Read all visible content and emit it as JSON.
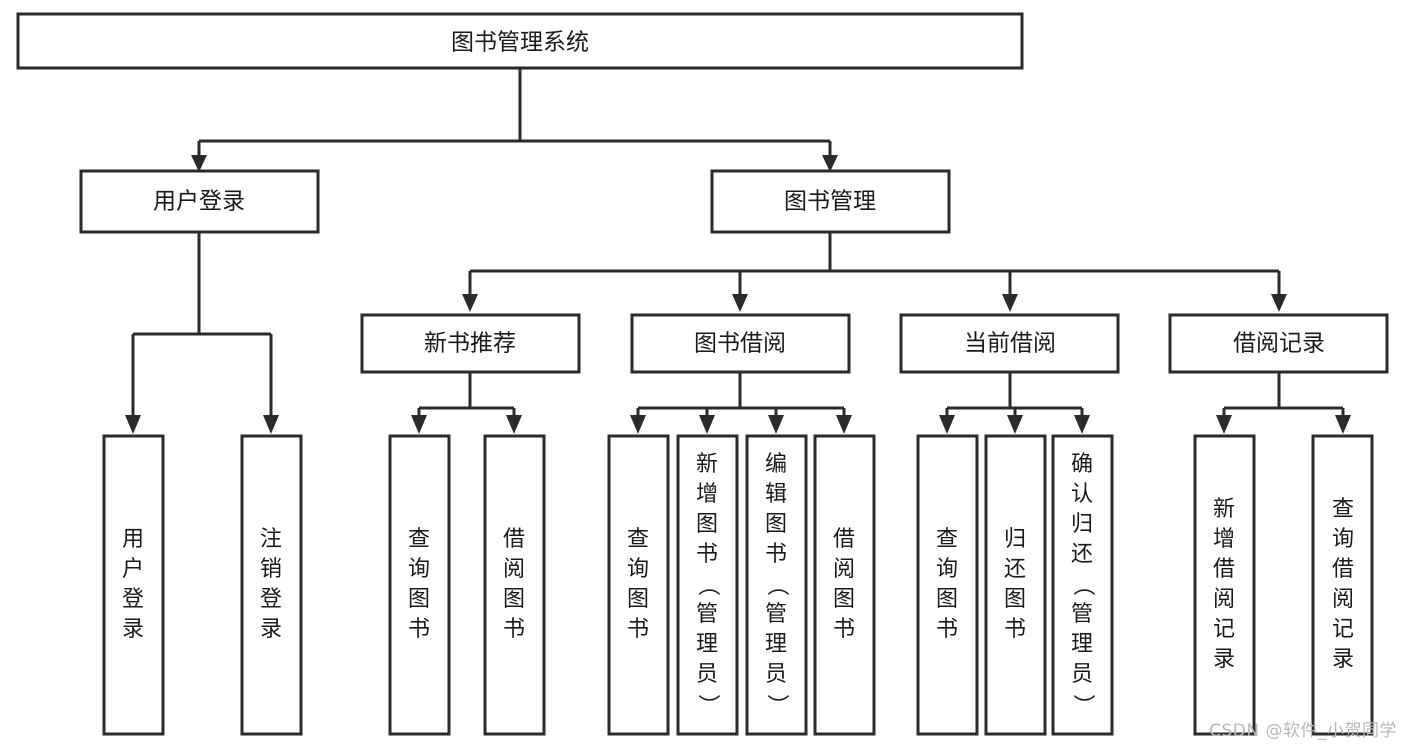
{
  "diagram": {
    "type": "tree",
    "title": "图书管理系统",
    "orientation": "top-down",
    "watermark": "CSDN @软件_小贺同学",
    "colors": {
      "box_fill": "#ffffff",
      "box_stroke": "#2b2b2b",
      "text": "#1a1a1a",
      "watermark": "#b9b9b9"
    },
    "root": {
      "id": "root",
      "label": "图书管理系统"
    },
    "level2": [
      {
        "id": "user-login",
        "label": "用户登录"
      },
      {
        "id": "book-manage",
        "label": "图书管理"
      }
    ],
    "level3": [
      {
        "id": "new-book-recommend",
        "label": "新书推荐",
        "parent": "book-manage"
      },
      {
        "id": "book-borrow",
        "label": "图书借阅",
        "parent": "book-manage"
      },
      {
        "id": "current-borrow",
        "label": "当前借阅",
        "parent": "book-manage"
      },
      {
        "id": "borrow-record",
        "label": "借阅记录",
        "parent": "book-manage"
      }
    ],
    "leaves": [
      {
        "id": "leaf-user-login",
        "label": "用户登录",
        "parent": "user-login"
      },
      {
        "id": "leaf-logout-login",
        "label": "注销登录",
        "parent": "user-login"
      },
      {
        "id": "leaf-query-book-1",
        "label": "查询图书",
        "parent": "new-book-recommend"
      },
      {
        "id": "leaf-borrow-book-1",
        "label": "借阅图书",
        "parent": "new-book-recommend"
      },
      {
        "id": "leaf-query-book-2",
        "label": "查询图书",
        "parent": "book-borrow"
      },
      {
        "id": "leaf-add-book",
        "label": "新增图书（管理员）",
        "parent": "book-borrow"
      },
      {
        "id": "leaf-edit-book",
        "label": "编辑图书（管理员）",
        "parent": "book-borrow"
      },
      {
        "id": "leaf-borrow-book-2",
        "label": "借阅图书",
        "parent": "book-borrow"
      },
      {
        "id": "leaf-query-book-3",
        "label": "查询图书",
        "parent": "current-borrow"
      },
      {
        "id": "leaf-return-book",
        "label": "归还图书",
        "parent": "current-borrow"
      },
      {
        "id": "leaf-confirm-return",
        "label": "确认归还（管理员）",
        "parent": "current-borrow"
      },
      {
        "id": "leaf-add-record",
        "label": "新增借阅记录",
        "parent": "borrow-record"
      },
      {
        "id": "leaf-query-record",
        "label": "查询借阅记录",
        "parent": "borrow-record"
      }
    ]
  }
}
